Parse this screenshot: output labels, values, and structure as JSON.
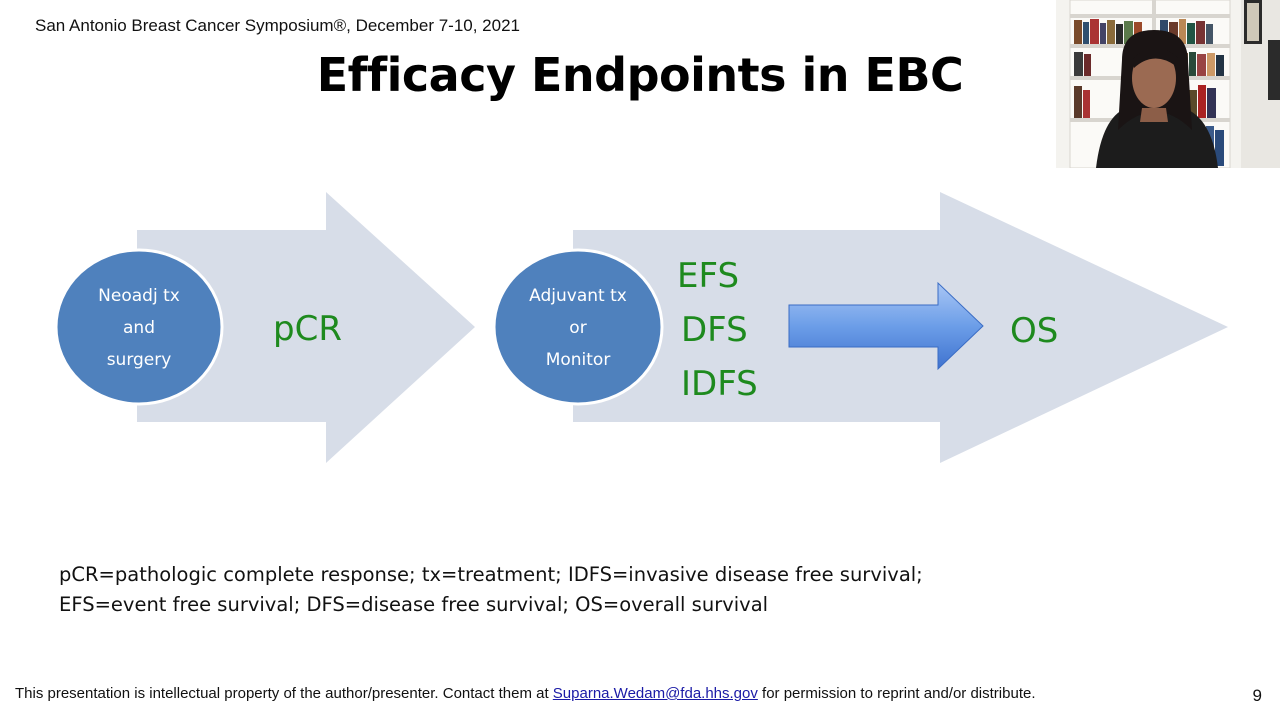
{
  "header": {
    "conference": "San Antonio Breast Cancer Symposium®, December 7-10, 2021"
  },
  "slide": {
    "title": "Efficacy Endpoints in EBC",
    "page_number": "9"
  },
  "diagram": {
    "stage1": {
      "lines": [
        "Neoadj tx",
        "and",
        "surgery"
      ],
      "endpoint": "pCR"
    },
    "stage2": {
      "lines": [
        "Adjuvant tx",
        "or",
        "Monitor"
      ],
      "endpoints": [
        "EFS",
        "DFS",
        "IDFS"
      ],
      "final_endpoint": "OS"
    }
  },
  "legend": {
    "line1": "pCR=pathologic complete response; tx=treatment; IDFS=invasive disease free survival;",
    "line2": "EFS=event free survival; DFS=disease free survival; OS=overall survival"
  },
  "footer": {
    "prefix": "This presentation is intellectual property of the author/presenter.  Contact them at ",
    "email": "Suparna.Wedam@fda.hhs.gov",
    "suffix": " for permission to reprint and/or distribute."
  },
  "colors": {
    "arrow_fill": "#d7dde8",
    "circle_fill": "#4f81bd",
    "endpoint_text": "#1e8a1e",
    "small_arrow": "#5a8fe0"
  }
}
